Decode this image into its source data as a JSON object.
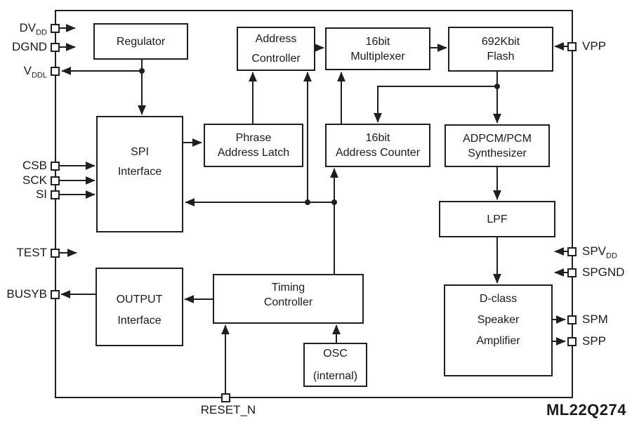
{
  "part_number": "ML22Q274",
  "colors": {
    "ink": "#1f1f1f",
    "background": "#ffffff"
  },
  "blocks": {
    "regulator": {
      "line1": "Regulator"
    },
    "address_controller": {
      "line1": "Address",
      "line2": "Controller"
    },
    "multiplexer_16bit": {
      "line1": "16bit",
      "line2": "Multiplexer"
    },
    "flash_692kbit": {
      "line1": "692Kbit",
      "line2": "Flash"
    },
    "spi_interface": {
      "line1": "SPI",
      "line2": "Interface"
    },
    "phrase_address_latch": {
      "line1": "Phrase",
      "line2": "Address Latch"
    },
    "address_counter_16bit": {
      "line1": "16bit",
      "line2": "Address Counter"
    },
    "adpcm_synthesizer": {
      "line1": "ADPCM/PCM",
      "line2": "Synthesizer"
    },
    "lpf": {
      "line1": "LPF"
    },
    "output_interface": {
      "line1": "OUTPUT",
      "line2": "Interface"
    },
    "timing_controller": {
      "line1": "Timing",
      "line2": "Controller"
    },
    "osc": {
      "line1": "OSC",
      "line2": "(internal)"
    },
    "dclass_amp": {
      "line1": "D-class",
      "line2": "Speaker",
      "line3": "Amplifier"
    }
  },
  "pins": {
    "dvdd": {
      "main": "DV",
      "sub": "DD"
    },
    "dgnd": {
      "main": "DGND"
    },
    "vddl": {
      "main": "V",
      "sub": "DDL"
    },
    "csb": {
      "main": "CSB"
    },
    "sck": {
      "main": "SCK"
    },
    "si": {
      "main": "SI"
    },
    "test": {
      "main": "TEST"
    },
    "busyb": {
      "main": "BUSYB"
    },
    "vpp": {
      "main": "VPP"
    },
    "spvdd": {
      "main": "SPV",
      "sub": "DD"
    },
    "spgnd": {
      "main": "SPGND"
    },
    "spm": {
      "main": "SPM"
    },
    "spp": {
      "main": "SPP"
    },
    "reset_n": {
      "main": "RESET_N"
    }
  },
  "connections": [
    "DVDD->chip",
    "DGND->chip",
    "regulator->VDDL",
    "regulator->spi_interface",
    "CSB->spi_interface",
    "SCK->spi_interface",
    "SI->spi_interface",
    "spi_interface->phrase_address_latch",
    "phrase_address_latch->address_controller",
    "address_controller->multiplexer_16bit",
    "multiplexer_16bit->flash_692kbit",
    "VPP->flash_692kbit",
    "flash_692kbit->adpcm_synthesizer",
    "flash_692kbit->address_counter_16bit",
    "address_counter_16bit->multiplexer_16bit",
    "bus->spi_interface",
    "bus->address_controller",
    "bus->address_counter_16bit",
    "bus->timing_controller",
    "adpcm_synthesizer->lpf",
    "lpf->dclass_amp",
    "TEST->chip",
    "timing_controller->output_interface",
    "output_interface->BUSYB",
    "RESET_N->timing_controller",
    "osc->timing_controller",
    "SPVDD->chip",
    "SPGND->chip",
    "dclass_amp->SPM",
    "dclass_amp->SPP"
  ]
}
